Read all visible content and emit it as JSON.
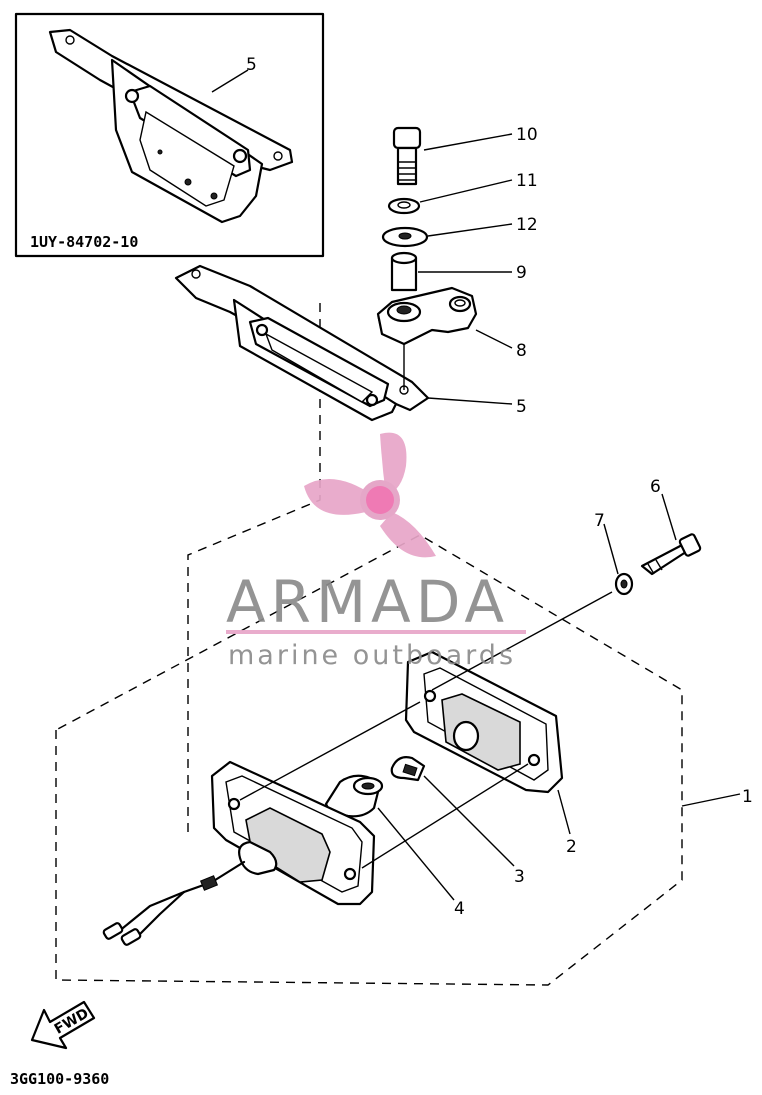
{
  "inset": {
    "code": "1UY-84702-10",
    "callout": "5"
  },
  "callouts": {
    "p1": "1",
    "p2": "2",
    "p3": "3",
    "p4": "4",
    "p5": "5",
    "p6": "6",
    "p7": "7",
    "p8": "8",
    "p9": "9",
    "p10": "10",
    "p11": "11",
    "p12": "12"
  },
  "watermark": {
    "brand": "ARMADA",
    "tagline": "marine outboards",
    "color_pink": "#e8a6c8",
    "color_gray": "#8c8c8c"
  },
  "fwd_label": "FWD",
  "diagram_code": "3GG100-9360"
}
